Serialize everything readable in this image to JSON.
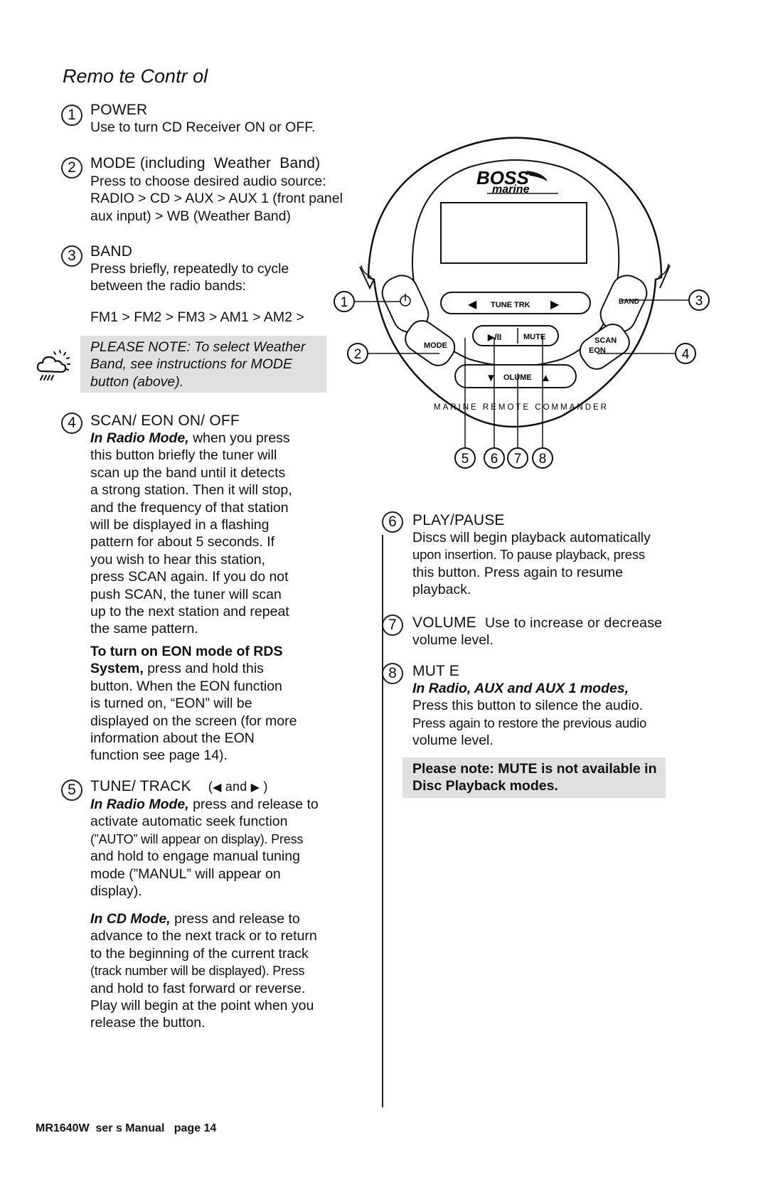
{
  "title": "Remo te Contr ol",
  "sections": {
    "s1": {
      "num": "1",
      "heading": "POWER",
      "body": "Use to turn CD Receiver ON or OFF."
    },
    "s2": {
      "num": "2",
      "heading": "MODE (including  Weather  Band)",
      "lines": [
        "Press to choose desired audio source:",
        "RADIO > CD > AUX > AUX 1 (front panel",
        "aux input) > WB (Weather Band)"
      ]
    },
    "s3": {
      "num": "3",
      "heading": "BAND",
      "lines": [
        "Press briefly, repeatedly to cycle",
        "between the radio bands:"
      ],
      "bands": "FM1 > FM2 > FM3 > AM1 > AM2 >",
      "note": [
        "PLEASE NOTE: To select Weather",
        "Band, see instructions for MODE",
        "button (above)."
      ]
    },
    "s4": {
      "num": "4",
      "heading": "SCAN/ EON ON/ OFF",
      "lead": "In Radio Mode,",
      "first": " when you press",
      "lines": [
        "this button briefly the tuner will",
        "scan up the band until it detects",
        "a strong station. Then it will stop,",
        "and the frequency of that station",
        "will be displayed in a flashing",
        "pattern for about 5 seconds. If",
        "you wish to hear this station,",
        "press SCAN again. If you do not",
        "push SCAN, the tuner will scan",
        "up to the next station and repeat",
        "the same pattern."
      ],
      "eon_lead1": "To turn on EON mode of RDS",
      "eon_lead2": "System,",
      "eon_first": " press and hold this",
      "eon_lines": [
        "button. When the EON function",
        "is turned on, “EON” will be",
        "displayed on the screen (for more",
        "information about the EON",
        "function see page 14)."
      ]
    },
    "s5": {
      "num": "5",
      "heading": "TUNE/ TRACK",
      "heading_suffix": "and",
      "lead": "In Radio Mode,",
      "first": " press and release to",
      "lines": [
        "activate automatic seek function",
        "(”AUTO” will appear on display). Press",
        "and hold to engage manual tuning",
        "mode (”MANUL” will appear on",
        "display)."
      ],
      "cd_lead": "In CD Mode,",
      "cd_first": " press and release to",
      "cd_lines": [
        "advance to the next track or to return",
        "to the beginning of the current track",
        "(track number will be displayed). Press",
        "and hold to fast forward or reverse.",
        "Play will begin at the point when you",
        "release the button."
      ]
    },
    "s6": {
      "num": "6",
      "heading": "PLAY/PAUSE",
      "lines": [
        "Discs will begin playback automatically",
        "upon insertion. To pause playback, press",
        "this button. Press again to resume",
        "playback."
      ]
    },
    "s7": {
      "num": "7",
      "heading": "VOLUME",
      "heading_rest": "Use to increase or decrease",
      "lines": [
        "volume level."
      ]
    },
    "s8": {
      "num": "8",
      "heading": "MUT E",
      "lead": "In Radio, AUX and AUX 1 modes,",
      "lines": [
        "Press this button to silence the audio.",
        "Press again to restore the previous audio",
        "volume level."
      ],
      "note": [
        "Please note: MUTE is not available in",
        "Disc Playback modes."
      ]
    }
  },
  "remote": {
    "brand": "BOSS",
    "brand_sub": "marine",
    "btn_tune": "TUNE  TRK",
    "btn_play": "▶/II",
    "btn_mute": "MUTE",
    "btn_mode": "MODE",
    "btn_band": "BAND",
    "btn_scan": "SCAN",
    "btn_eon": "EON",
    "btn_volume": "OLUME",
    "caption": "MARINE REMOTE COMMANDER",
    "callouts": [
      "1",
      "2",
      "3",
      "4",
      "5",
      "6",
      "7",
      "8"
    ]
  },
  "footer": "MR1640W  ser s Manual   page 14"
}
